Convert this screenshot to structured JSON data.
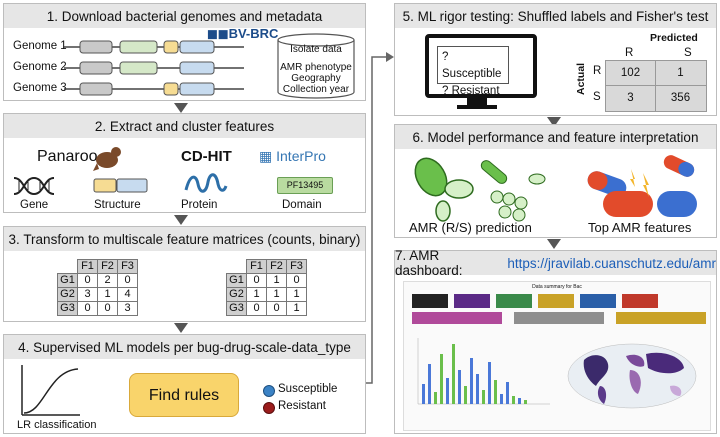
{
  "panel1": {
    "title": "1. Download bacterial genomes and metadata",
    "genomes": [
      "Genome 1",
      "Genome 2",
      "Genome 3"
    ],
    "brand": "BV-BRC",
    "db_title": "Isolate data",
    "db_lines": [
      "AMR phenotype",
      "Geography",
      "Collection year"
    ],
    "colors": {
      "gray": "#c9c9c9",
      "green": "#d5e8c8",
      "yellow": "#f6dc93",
      "blue": "#c7dbef"
    }
  },
  "panel2": {
    "title": "2. Extract and cluster features",
    "tools": [
      "Panaroo",
      "CD-HIT",
      "InterPro"
    ],
    "labels": [
      "Gene",
      "Structure",
      "Protein",
      "Domain"
    ],
    "domain_id": "PF13495"
  },
  "panel3": {
    "title": "3. Transform to multiscale feature matrices (counts, binary)",
    "columns": [
      "F1",
      "F2",
      "F3"
    ],
    "rows": [
      "G1",
      "G2",
      "G3"
    ],
    "counts": [
      [
        "0",
        "2",
        "0"
      ],
      [
        "3",
        "1",
        "4"
      ],
      [
        "0",
        "0",
        "3"
      ]
    ],
    "binary": [
      [
        "0",
        "1",
        "0"
      ],
      [
        "1",
        "1",
        "1"
      ],
      [
        "0",
        "0",
        "1"
      ]
    ]
  },
  "panel4": {
    "title": "4. Supervised ML models per bug-drug-scale-data_type",
    "lr_label": "LR classification",
    "button": "Find rules",
    "legend": [
      "Susceptible",
      "Resistant"
    ],
    "legend_colors": [
      "#3b83c6",
      "#9b1c1c"
    ]
  },
  "panel5": {
    "title": "5. ML rigor testing: Shuffled labels and Fisher's test",
    "screen_lines": [
      "? Susceptible",
      "? Resistant"
    ],
    "predicted": "Predicted",
    "actual": "Actual",
    "pred_cols": [
      "R",
      "S"
    ],
    "act_rows": [
      "R",
      "S"
    ],
    "confusion": [
      [
        "102",
        "1"
      ],
      [
        "3",
        "356"
      ]
    ]
  },
  "panel6": {
    "title": "6. Model performance and feature interpretation",
    "left_caption": "AMR (R/S) prediction",
    "right_caption": "Top AMR features"
  },
  "panel7": {
    "title_prefix": "7. AMR dashboard: ",
    "url": "https://jravilab.cuanschutz.edu/amr",
    "dash_title": "Data summary for Bac"
  }
}
